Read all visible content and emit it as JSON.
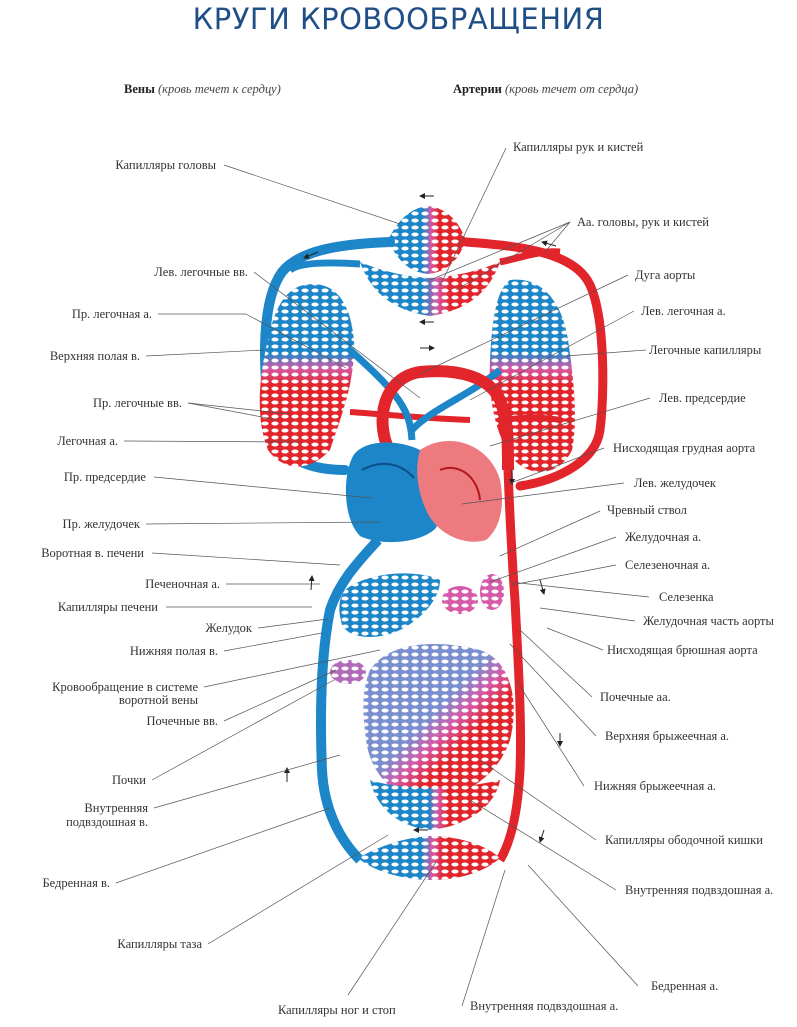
{
  "title": "КРУГИ КРОВООБРАЩЕНИЯ",
  "legend": {
    "veins": {
      "name": "Вены",
      "note": "(кровь течет к сердцу)"
    },
    "arteries": {
      "name": "Артерии",
      "note": "(кровь течет от сердца)"
    }
  },
  "colors": {
    "title": "#1f4f86",
    "vein": "#1c86c8",
    "vein_dark": "#1565a8",
    "artery": "#e2242b",
    "artery_dark": "#b5161c",
    "mixed": "#d55aa8",
    "portal": "#7a8fd0"
  },
  "labels_left": [
    "Капилляры головы",
    "Лев. легочные вв.",
    "Пр. легочная а.",
    "Верхняя полая в.",
    "Пр. легочные вв.",
    "Легочная а.",
    "Пр. предсердие",
    "Пр. желудочек",
    "Воротная в. печени",
    "Печеночная а.",
    "Капилляры печени",
    "Желудок",
    "Нижняя полая в.",
    "Кровообращение в системе",
    "воротной вены",
    "Почечные вв.",
    "Почки",
    "Внутренняя",
    "подвздошная в.",
    "Бедренная в.",
    "Капилляры таза",
    "Капилляры ног и стоп"
  ],
  "labels_right": [
    "Капилляры рук и кистей",
    "Аа. головы, рук и кистей",
    "Дуга аорты",
    "Лев. легочная а.",
    "Легочные капилляры",
    "Лев. предсердие",
    "Нисходящая грудная аорта",
    "Лев. желудочек",
    "Чревный ствол",
    "Желудочная а.",
    "Селезеночная а.",
    "Селезенка",
    "Желудочная часть аорты",
    "Нисходящая брюшная аорта",
    "Почечные аа.",
    "Верхняя брыжеечная а.",
    "Нижняя брыжеечная а.",
    "Капилляры ободочной кишки",
    "Внутренняя подвздошная а.",
    "Бедренная а.",
    "Внутренняя подвздошная а."
  ]
}
